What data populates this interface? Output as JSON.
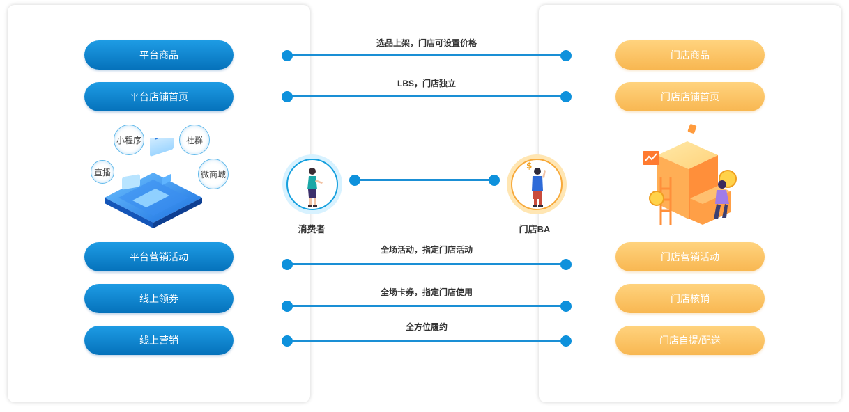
{
  "left_panel": {
    "buttons": [
      "平台商品",
      "平台店铺首页",
      "平台营销活动",
      "线上领券",
      "线上营销"
    ],
    "channels": [
      "小程序",
      "社群",
      "直播",
      "微商城"
    ]
  },
  "right_panel": {
    "buttons": [
      "门店商品",
      "门店店铺首页",
      "门店营销活动",
      "门店核销",
      "门店自提/配送"
    ]
  },
  "connections": [
    {
      "label": "选品上架，门店可设置价格"
    },
    {
      "label": "LBS，门店独立"
    },
    {
      "label": "全场活动，指定门店活动"
    },
    {
      "label": "全场卡券，指定门店使用"
    },
    {
      "label": "全方位履约"
    }
  ],
  "people": {
    "consumer": "消费者",
    "ba": "门店BA"
  },
  "colors": {
    "blue": "#0a80c9",
    "orange": "#f9bf5d",
    "line": "#1a8fd5"
  }
}
